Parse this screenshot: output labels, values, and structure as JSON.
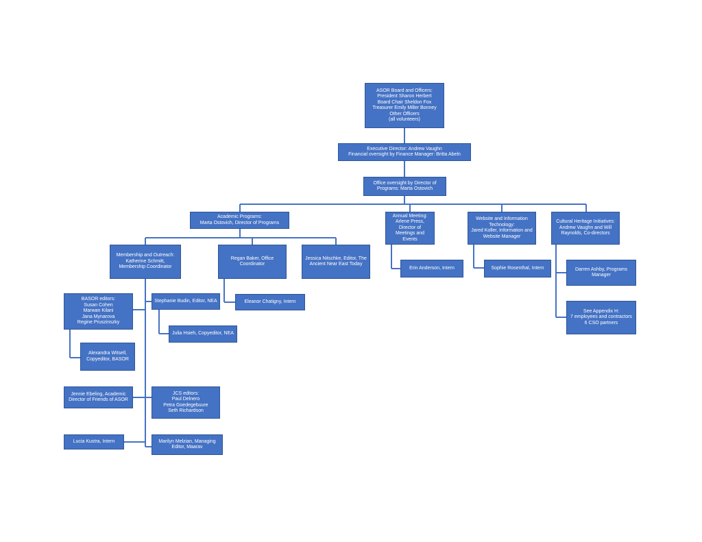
{
  "nodes": {
    "board": "ASOR Board and Officers:\nPresident Sharon Herbert\nBoard Chair Sheldon Fox\nTreasurer Emily Miller Bonney\nOther Officers\n(all volunteers)",
    "executive": "Executive Director: Andrew Vaughn\nFinancial oversight by Finance Manager: Britta Abeln",
    "office": "Office oversight by Director of\nPrograms: Marta Ostovich",
    "academic": "Academic Programs:\nMarta Ostovich, Director of Programs",
    "annual": "Annual Meeting:\nArlene Press, Director of\nMeetings and Events",
    "website": "Website and Information\nTechnology:\nJared Koller, Information and\nWebsite Manager",
    "cultural": "Cultural Heritage Initiatives:\nAndrew Vaughn and Will\nRaynolds, Co-directors",
    "membership": "Membership and Outreach:\nKatherine Schmitt,\nMembership Coordinator",
    "regan": "Regan Baker, Office\nCoordinator",
    "jessica": "Jessica Nitschke, Editor, The\nAncient Near East Today",
    "erin": "Erin Anderson, Intern",
    "sophie": "Sophie Rosenthal, Intern",
    "darren": "Darren Ashby, Programs\nManager",
    "appendix": "See Appendix H:\n7 employees and contractors\n6 CSO partners",
    "basor": "BASOR editors:\nSusan Cohen\nMarwan Kilani\nJana Mynarova\nRegine Pruszinszky",
    "stephanie": "Stephanie Budin, Editor, NEA",
    "eleanor": "Eleanor Chatigny, Intern",
    "julia": "Julia Hsieh, Copyeditor, NEA",
    "alexandra": "Alexandra Witsell,\nCopyeditor, BASOR",
    "jennie": "Jennie Ebeling, Academic\nDirector of Friends of ASOR",
    "jcs": "JCS editors:\nPaul Delnero\nPetra Goedegebuure\nSeth Richardson",
    "lucia": "Lucia Kustra, Intern",
    "marilyn": "Marilyn Melzian, Managing\nEditor, Maarav"
  },
  "colors": {
    "box_fill": "#4472c4",
    "box_border": "#2f5597",
    "box_text": "#ffffff",
    "connector": "#4472c4"
  }
}
